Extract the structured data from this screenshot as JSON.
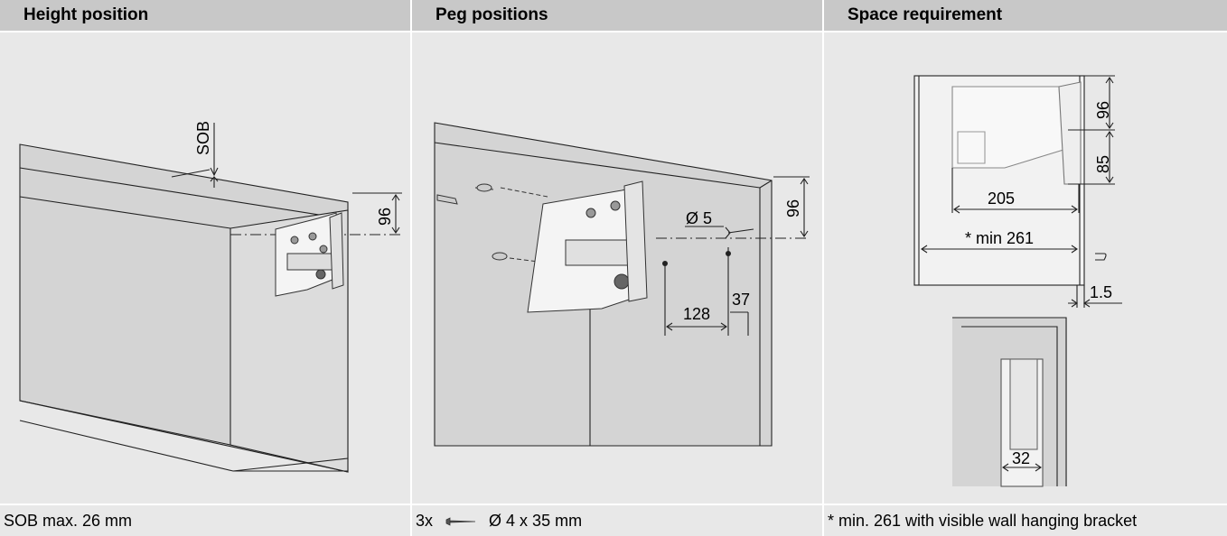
{
  "panels": [
    {
      "header": "Height position",
      "caption": "SOB max. 26 mm",
      "labels": {
        "sob": "SOB",
        "dim_96": "96"
      }
    },
    {
      "header": "Peg positions",
      "caption_prefix": "3x",
      "caption_suffix": "Ø 4 x 35 mm",
      "labels": {
        "dia": "Ø 5",
        "dim_96": "96",
        "dim_128": "128",
        "dim_37": "37"
      }
    },
    {
      "header": "Space requirement",
      "caption": "* min. 261 with visible wall hanging bracket",
      "labels": {
        "dim_96": "96",
        "dim_85": "85",
        "dim_205": "205",
        "min": "* min 261",
        "dim_1_5": "1.5",
        "dim_32": "32"
      }
    }
  ]
}
